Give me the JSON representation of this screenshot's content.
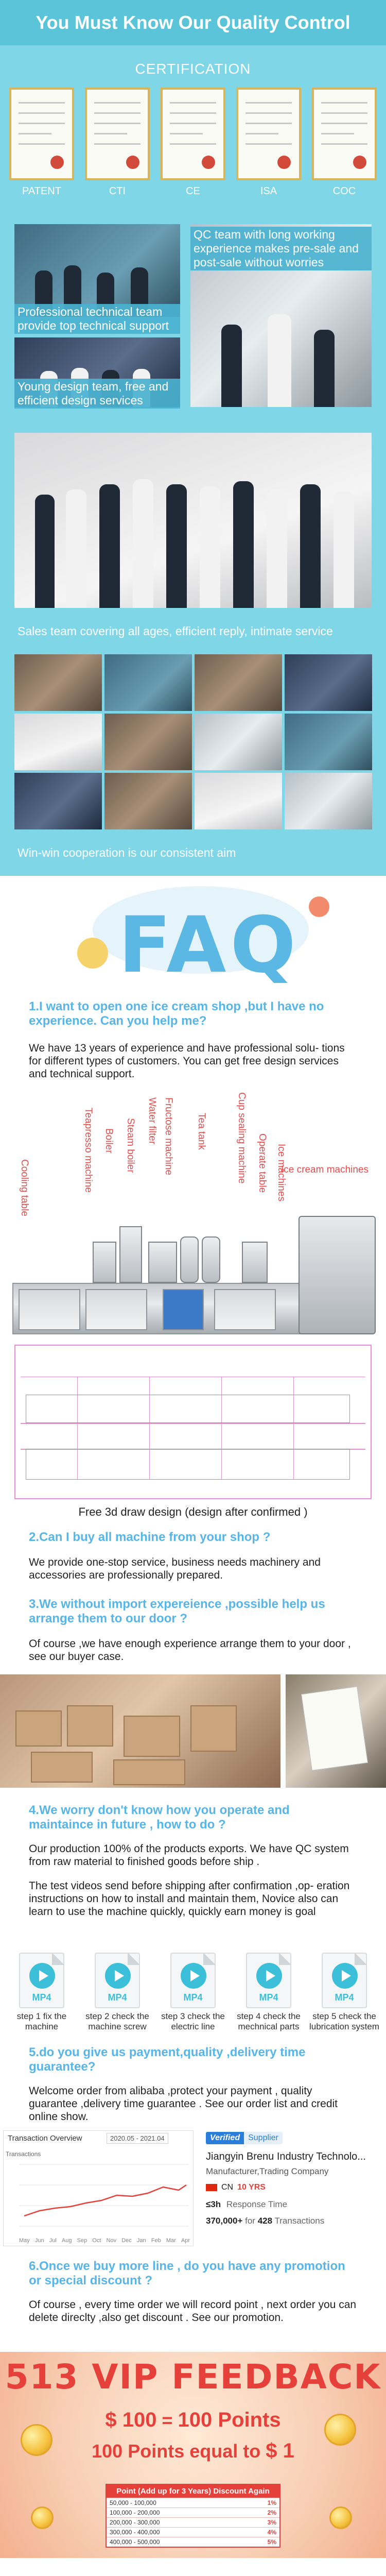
{
  "quality": {
    "title": "You Must Know Our Quality Control",
    "certification_label": "CERTIFICATION",
    "certs": [
      "PATENT",
      "CTI",
      "CE",
      "ISA",
      "COC"
    ],
    "captions": {
      "qc_team": "QC team with long working experience makes pre-sale and post-sale without worries",
      "technical_team": "Professional technical team provide top technical support",
      "design_team": "Young design team, free and efficient design services",
      "sales_team": "Sales team covering all ages, efficient reply, intimate service",
      "cooperation": "Win-win cooperation is our consistent aim"
    }
  },
  "faq": {
    "heading": "FAQ",
    "q1": {
      "question": "1.I want to open one ice cream shop ,but I have no experience. Can you help me?",
      "answer": "We have 13 years of experience and have professional solu- tions for different types of customers. You can get free design services and technical support."
    },
    "machine_labels": {
      "cooling_table": "Cooling table",
      "teapresso": "Teapresso machine",
      "boiler": "Boiler",
      "steam_boiler": "Steam boiler",
      "water_filter": "Water filter",
      "fructose": "Fructose machine",
      "tea_tank": "Tea tank",
      "cup_sealing": "Cup sealing machine",
      "operate_table": "Operate table",
      "ice_machines": "Ice machines",
      "ice_cream_machines": "Ice cream machines"
    },
    "draw_caption": "Free 3d draw design (design after confirmed )",
    "q2": {
      "question": "2.Can I buy all machine from your shop ?",
      "answer": "We provide one-stop service, business needs machinery and accessories are professionally prepared."
    },
    "q3": {
      "question": "3.We without import expereience ,possible help us arrange them to our door ?",
      "answer": "Of course ,we have enough experience arrange them to your door , see our buyer case."
    },
    "q4": {
      "question": "4.We worry don't know how you operate and maintaince in future , how to do ?",
      "answer1": "Our production 100% of the products exports. We have QC system from raw material to finished goods before ship .",
      "answer2": "The test videos send before shipping after confirmation ,op- eration instructions on how to install and maintain them, Novice also can learn to use the machine quickly, quickly earn money is goal"
    },
    "videos": [
      {
        "ext": "MP4",
        "caption": "step 1 fix the machine"
      },
      {
        "ext": "MP4",
        "caption": "step 2 check the machine screw"
      },
      {
        "ext": "MP4",
        "caption": "step 3 check the electric line"
      },
      {
        "ext": "MP4",
        "caption": "step 4 check the mechnical parts"
      },
      {
        "ext": "MP4",
        "caption": "step 5 check the lubrication system"
      }
    ],
    "q5": {
      "question": "5.do you give us payment,quality ,delivery time guarantee?",
      "answer": "Welcome order from alibaba ,protect your payment , quality guarantee ,delivery time guarantee . See our order list and credit online show."
    },
    "alibaba": {
      "chart_title": "Transaction Overview",
      "date_range": "2020.05 - 2021.04",
      "y_label": "Transactions",
      "months": [
        "May",
        "Jun",
        "Jul",
        "Aug",
        "Sep",
        "Oct",
        "Nov",
        "Dec",
        "Jan",
        "Feb",
        "Mar",
        "Apr"
      ],
      "verified": "Verified",
      "supplier": "Supplier",
      "company": "Jiangyin Brenu Industry Technolo...",
      "company_type": "Manufacturer,Trading Company",
      "country": "CN",
      "years": "10 YRS",
      "response": "≤3h",
      "response_label": "Response Time",
      "transactions_amount": "370,000+",
      "transactions_for": "for",
      "transactions_count": "428",
      "transactions_label": "Transactions"
    },
    "q6": {
      "question": "6.Once we buy more line , do you have any promotion or special discount ?",
      "answer": "Of course , every time order we will record point , next order you can delete direclty ,also get discount . See our promotion."
    },
    "vip": {
      "title": "513 VIP FEEDBACK",
      "line1_left": "$ 100",
      "line1_mid": "=",
      "line1_right": "100 Points",
      "line2_left": "100 Points equal to",
      "line2_right": "$ 1",
      "table_header": "Point (Add up for 3 Years) Discount Again",
      "rows": [
        {
          "points": "50,000 - 100,000",
          "discount": "1%"
        },
        {
          "points": "100,000 - 200,000",
          "discount": "2%"
        },
        {
          "points": "200,000 - 300,000",
          "discount": "3%"
        },
        {
          "points": "300,000 - 400,000",
          "discount": "4%"
        },
        {
          "points": "400,000 - 500,000",
          "discount": "5%"
        }
      ]
    }
  },
  "colors": {
    "brand_cyan": "#5bc4d9",
    "faq_blue": "#57b5e8",
    "vip_red": "#e5403a"
  }
}
